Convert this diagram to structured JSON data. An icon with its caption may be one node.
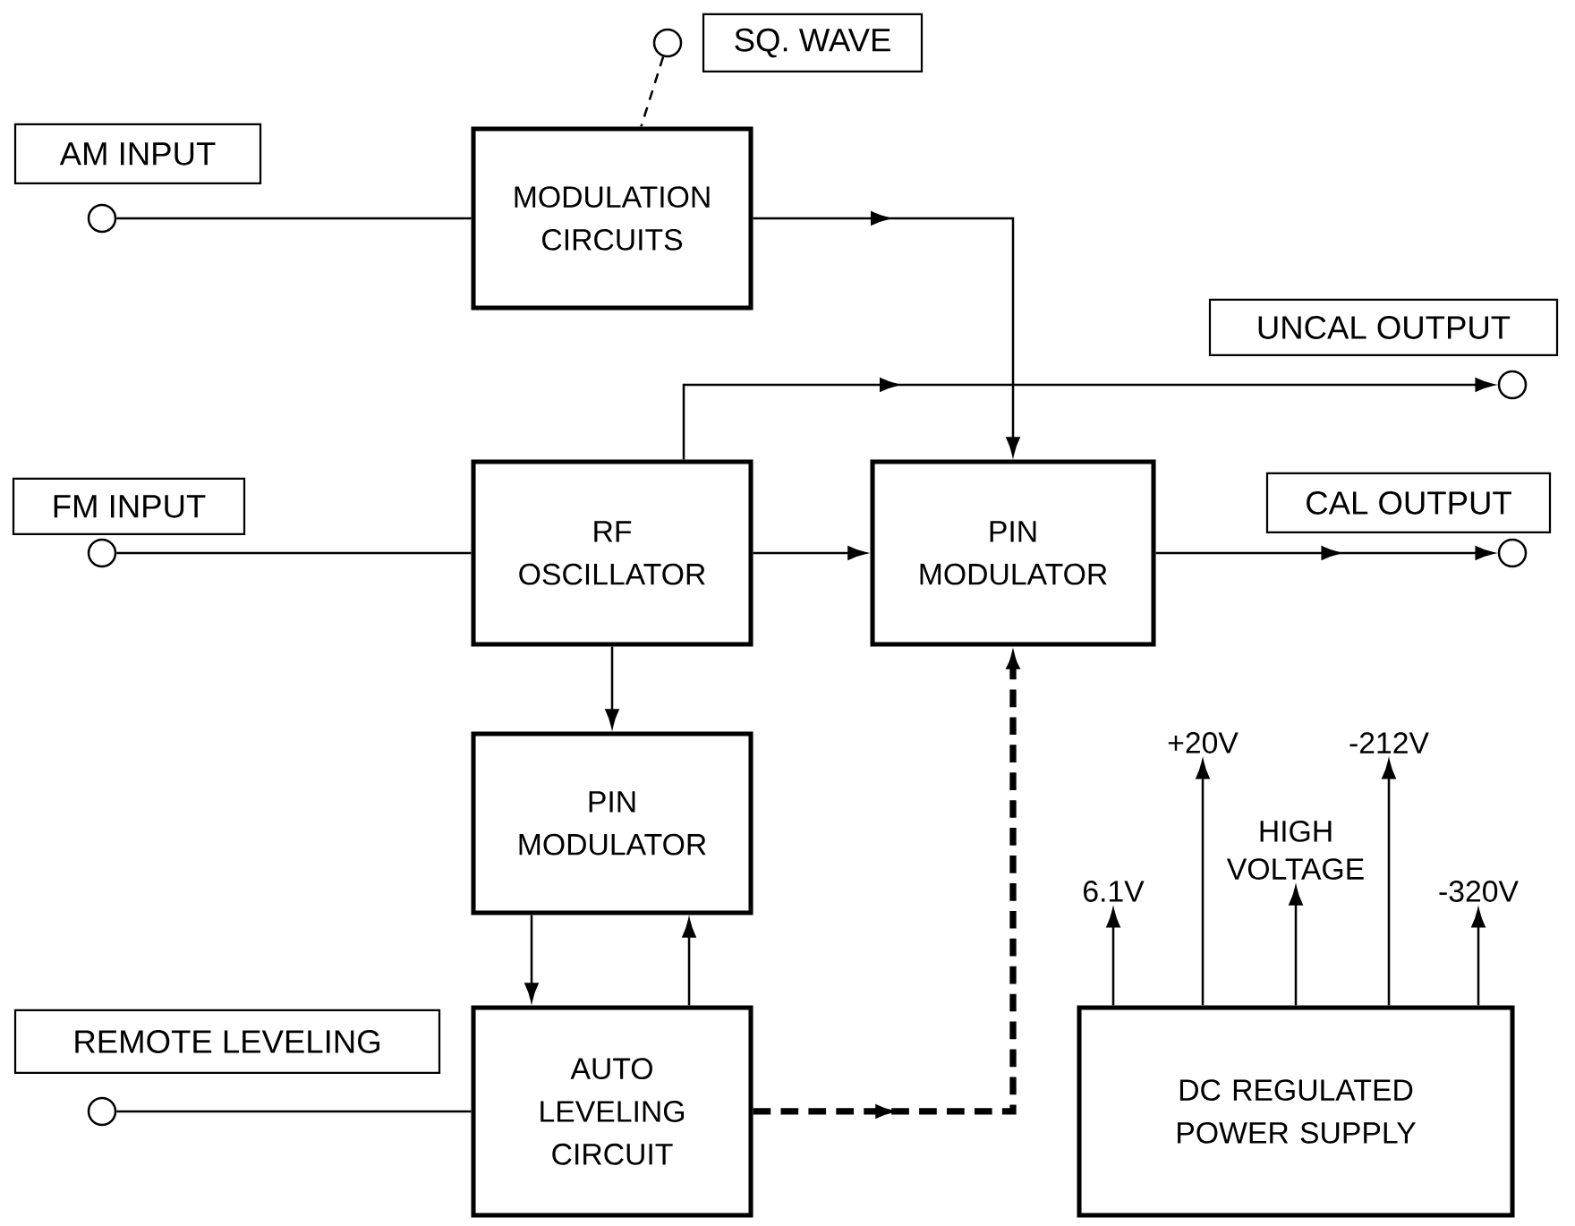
{
  "diagram": {
    "nodes": [
      {
        "text": [
          "SQ. WAVE"
        ]
      },
      {
        "text": [],
        "shape": "circle"
      },
      {
        "text": [
          "AM INPUT"
        ]
      },
      {
        "text": [],
        "shape": "circle"
      },
      {
        "text": [
          "MODULATION CIRCUITS"
        ]
      },
      {
        "text": [
          "UNCAL OUTPUT"
        ]
      },
      {
        "text": [],
        "shape": "circle"
      },
      {
        "text": [
          "FM INPUT"
        ]
      },
      {
        "text": [],
        "shape": "circle"
      },
      {
        "text": [
          "RF OSCILLATOR"
        ]
      },
      {
        "text": [
          "PIN MODULATOR"
        ]
      },
      {
        "text": [
          "CAL OUTPUT"
        ]
      },
      {
        "text": [],
        "shape": "circle"
      },
      {
        "text": [
          "PIN MODULATOR"
        ]
      },
      {
        "text": [
          "+20V"
        ]
      },
      {
        "text": [
          "-212V"
        ]
      },
      {
        "text": [
          "6.1V"
        ]
      },
      {
        "text": [
          "HIGH VOLTAGE"
        ]
      },
      {
        "text": [
          "-320V"
        ]
      },
      {
        "text": [
          "REMOTE LEVELING"
        ]
      },
      {
        "text": [],
        "shape": "circle"
      },
      {
        "text": [
          "AUTO LEVELING CIRCUIT"
        ]
      },
      {
        "text": [
          "DC REGULATED POWER SUPPLY"
        ]
      }
    ],
    "edges": [
      {
        "from": 3,
        "to": 4,
        "arrow": "none"
      },
      {
        "from": 1,
        "to": 4,
        "arrow": "none",
        "style": "dashed"
      },
      {
        "from": 4,
        "to": 10,
        "arrow": "to"
      },
      {
        "from": 9,
        "to": 6,
        "arrow": "to"
      },
      {
        "from": 8,
        "to": 9,
        "arrow": "none"
      },
      {
        "from": 9,
        "to": 10,
        "arrow": "to"
      },
      {
        "from": 10,
        "to": 12,
        "arrow": "to"
      },
      {
        "from": 9,
        "to": 13,
        "arrow": "to"
      },
      {
        "from": 13,
        "to": 21,
        "arrow": "to"
      },
      {
        "from": 21,
        "to": 13,
        "arrow": "to"
      },
      {
        "from": 20,
        "to": 21,
        "arrow": "none"
      },
      {
        "from": 21,
        "to": 10,
        "arrow": "to",
        "style": "dashed"
      },
      {
        "from": 22,
        "to": 16,
        "arrow": "to"
      },
      {
        "from": 22,
        "to": 14,
        "arrow": "to"
      },
      {
        "from": 22,
        "to": 17,
        "arrow": "to"
      },
      {
        "from": 22,
        "to": 15,
        "arrow": "to"
      },
      {
        "from": 22,
        "to": 18,
        "arrow": "to"
      }
    ]
  }
}
